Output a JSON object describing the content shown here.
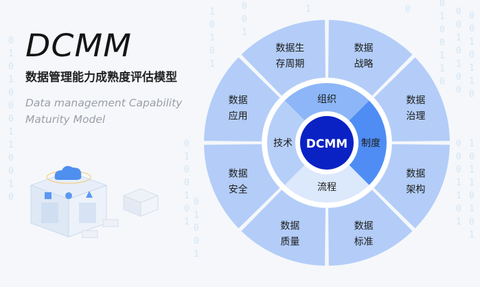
{
  "header": {
    "title": "DCMM",
    "subtitle": "数据管理能力成熟度评估模型",
    "english_line1": "Data management Capability",
    "english_line2": "Maturity Model"
  },
  "diagram": {
    "center": "DCMM",
    "inner": [
      {
        "label": "组织",
        "color": "#8cb6f7"
      },
      {
        "label": "制度",
        "color": "#4f8df4"
      },
      {
        "label": "流程",
        "color": "#dce8fb"
      },
      {
        "label": "技术",
        "color": "#b6cff8"
      }
    ],
    "outer": [
      {
        "line1": "数据",
        "line2": "战略"
      },
      {
        "line1": "数据",
        "line2": "治理"
      },
      {
        "line1": "数据",
        "line2": "架构"
      },
      {
        "line1": "数据",
        "line2": "标准"
      },
      {
        "line1": "数据",
        "line2": "质量"
      },
      {
        "line1": "数据",
        "line2": "安全"
      },
      {
        "line1": "数据",
        "line2": "应用"
      },
      {
        "line1": "数据生",
        "line2": "存周期"
      }
    ],
    "colors": {
      "outer": "#b3cdf8",
      "center": "#0a22c4",
      "ring": "#ffffff"
    }
  },
  "background": {
    "binary_columns": [
      "0101000110010",
      "0100110",
      "10101",
      "0010100",
      "1",
      "0010110",
      "0",
      "0001101",
      "10110101",
      "0100101",
      "001",
      "01001"
    ]
  }
}
